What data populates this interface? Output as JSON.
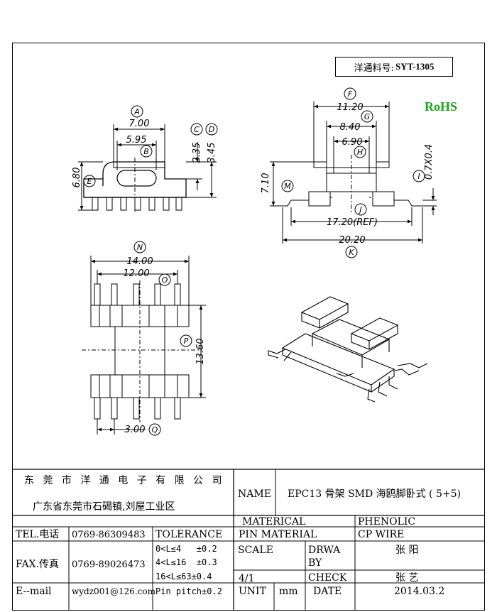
{
  "part_number": {
    "label": "洋通料号:",
    "value": "SYT-1305"
  },
  "rohs": "RoHS",
  "dimensions": {
    "A": "7.00",
    "B": "5.95",
    "C": "2.35",
    "D": "3.45",
    "E": "6.80",
    "F": "11.20",
    "G": "8.40",
    "H": "6.90",
    "I": "0.7X0.4",
    "J": "17.20(REF)",
    "K": "20.20",
    "M": "7.10",
    "N": "14.00",
    "O": "12.00",
    "P": "13.60",
    "Q": "3.00"
  },
  "title_block": {
    "company": "东 莞 市 洋 通 电 子 有 限 公 司",
    "address": "广东省东莞市石碣镇,刘屋工业区",
    "tel_label": "TEL.电话",
    "tel_value": "0769-86309483",
    "fax_label": "FAX.传真",
    "fax_value": "0769-89026473",
    "email_label": "E--mail",
    "email_value": "wydz001@126.com",
    "tolerance_label": "TOLERANCE",
    "tol_1": "0<L≤4   ±0.2",
    "tol_2": "4<L≤16  ±0.3",
    "tol_3": "16<L≤63±0.4",
    "tol_4": "Pin pitch±0.2",
    "name_label": "NAME",
    "name_value": "EPC13 骨架 SMD 海鸥脚卧式 ( 5+5)",
    "material_label": "MATERICAL",
    "material_value": "PHENOLIC",
    "pin_material_label": "PIN MATERIAL",
    "pin_material_value": "CP WIRE",
    "scale_label": "SCALE",
    "scale_value": "4/1",
    "drawn_label_1": "DRWA",
    "drawn_label_2": "BY",
    "drawn_value": "张 阳",
    "check_label": "CHECK",
    "check_value": "张 艺",
    "unit_label": "UNIT",
    "unit_value": "mm",
    "date_label": "DATE",
    "date_value": "2014.03.2"
  }
}
